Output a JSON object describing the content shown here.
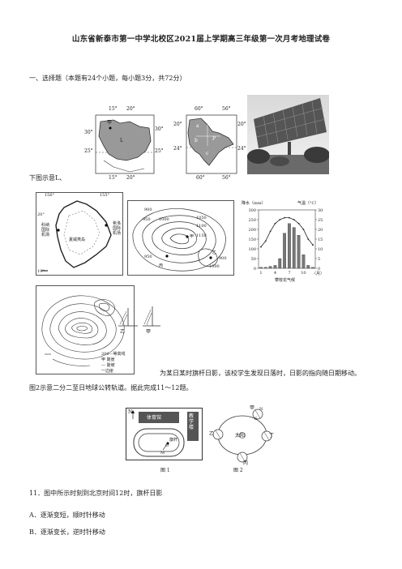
{
  "header": {
    "title": "山东省新泰市第一中学北校区2021届上学期高三年级第一次月考地理试卷"
  },
  "section1": {
    "heading": "一、选择题（本题有24个小题，每小题3分，共72分）"
  },
  "map_a": {
    "top_labels": [
      "15°",
      "20°"
    ],
    "bottom_labels": [
      "15°",
      "20°"
    ],
    "left_labels": [
      "30°",
      "25°"
    ],
    "right_labels": [
      "30°",
      "25°"
    ],
    "point_labels": [
      "甲",
      "L"
    ]
  },
  "map_b": {
    "top_labels": [
      "60°",
      "56°"
    ],
    "bottom_labels": [
      "60°",
      "56°"
    ],
    "left_labels": [
      "20°",
      "24°"
    ],
    "right_labels": [
      "20°",
      "24°"
    ],
    "point_labels": [
      "a",
      "b",
      "P",
      "c"
    ]
  },
  "caption_top": "下图示意L、",
  "hawaii_map": {
    "lon_labels": [
      "156°",
      "155°"
    ],
    "lat_labels": [
      "20°",
      "19°"
    ],
    "place_label": "夏威夷岛",
    "left_notes": [
      "科纳",
      "国际",
      "机场"
    ],
    "right_notes": [
      "希洛",
      "国际",
      "机场"
    ]
  },
  "contour_map": {
    "elevation_labels": [
      "900",
      "950",
      "1000",
      "1050",
      "1100",
      "1150",
      "950",
      "900",
      "1000"
    ],
    "point_labels": [
      "甲",
      "乙",
      "丙"
    ]
  },
  "climate_chart": {
    "left_title": "降水（mm）",
    "right_title": "气温（°C）",
    "left_ticks": [
      "300",
      "250",
      "200",
      "150",
      "100",
      "50",
      "0"
    ],
    "right_ticks": [
      "30",
      "25",
      "20",
      "15",
      "10",
      "5",
      "0"
    ],
    "x_ticks": [
      "1",
      "4",
      "7",
      "10"
    ],
    "x_unit": "（月）",
    "caption": "攀枝花气候"
  },
  "chart_data": {
    "type": "bar",
    "categories": [
      "1",
      "2",
      "3",
      "4",
      "5",
      "6",
      "7",
      "8",
      "9",
      "10",
      "11",
      "12"
    ],
    "series": [
      {
        "values": [
          5,
          5,
          10,
          15,
          50,
          180,
          230,
          210,
          170,
          70,
          15,
          5
        ]
      },
      {
        "values": [
          11,
          14,
          19,
          23,
          25,
          26,
          26,
          25,
          23,
          20,
          15,
          12
        ]
      }
    ],
    "ylim": [
      0,
      300
    ],
    "y2lim": [
      0,
      30
    ]
  },
  "lower_map": {
    "legend": [
      "200—等高线",
      "甲 陡崖",
      "— 陡坡",
      "一边崖"
    ]
  },
  "shadow_fig": {
    "labels": [
      "乙",
      "甲"
    ]
  },
  "body_text": {
    "line1": "为某日某时旗杆日影，该校学生发现日落时，日影的指向随日期移动。",
    "line2": "图2示意二分二至日地球公转轨道。据此完成11～12题。"
  },
  "figure1": {
    "north": "N",
    "gym": "体育馆",
    "teaching_bldg": "教学楼",
    "flagpole": "旗杆",
    "o_label": "O",
    "m_label": "M",
    "caption": "图 1"
  },
  "figure2": {
    "sun": "太阳",
    "positions": [
      "甲",
      "乙",
      "丙",
      "丁"
    ],
    "n": "N",
    "s": "S",
    "caption": "图 2"
  },
  "question11": {
    "stem": "11．图中所示时刻到北京时间12时，旗杆日影",
    "option_a": "A．逐渐变短，顺时针移动",
    "option_b": "B．逐渐变长，逆时针移动"
  }
}
